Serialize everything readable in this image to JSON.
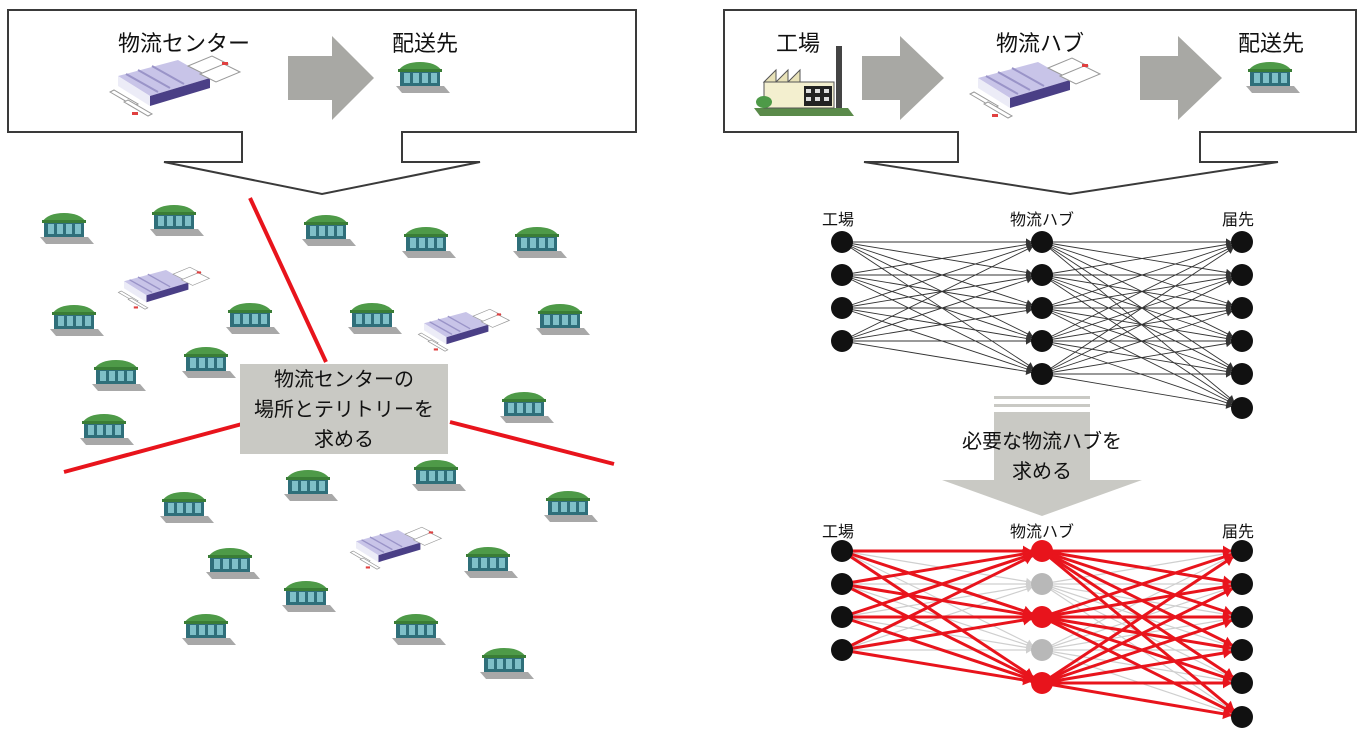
{
  "left_panel": {
    "source_label": "物流センター",
    "dest_label": "配送先",
    "callout_lines": [
      "物流センターの",
      "場所とテリトリーを",
      "求める"
    ]
  },
  "right_panel": {
    "factory_label": "工場",
    "hub_label": "物流ハブ",
    "dest_label": "配送先",
    "network_top": {
      "col1": "工場",
      "col2": "物流ハブ",
      "col3": "届先"
    },
    "callout_lines": [
      "必要な物流ハブを",
      "求める"
    ],
    "network_bottom": {
      "col1": "工場",
      "col2": "物流ハブ",
      "col3": "届先"
    }
  },
  "network": {
    "factories": 4,
    "hubs": 5,
    "destinations": 6,
    "selected_hubs": [
      0,
      2,
      4
    ],
    "colors": {
      "node": "#111111",
      "selected": "#e8141c",
      "inactive": "#b8b8b8",
      "edge": "#333333",
      "edge_faint": "#cfcfcf"
    }
  }
}
